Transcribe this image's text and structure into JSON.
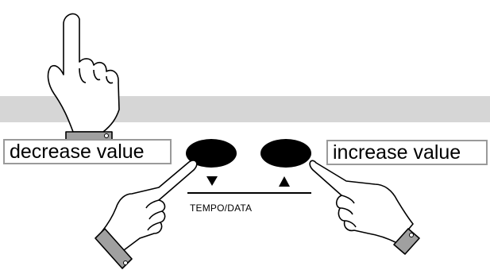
{
  "labels": {
    "decrease": "decrease value",
    "increase": "increase value",
    "panel_caption": "TEMPO/DATA"
  },
  "icons": {
    "down_button_symbol": "down-triangle",
    "up_button_symbol": "up-triangle",
    "hand_top": "pointing-up-hand",
    "hand_left": "pointing-hand-left-button",
    "hand_right": "pointing-hand-right-button"
  },
  "colors": {
    "panel_band": "#d6d6d6",
    "button_fill": "#000000",
    "callout_border": "#9a9a9a",
    "cuff": "#a0a0a0"
  }
}
